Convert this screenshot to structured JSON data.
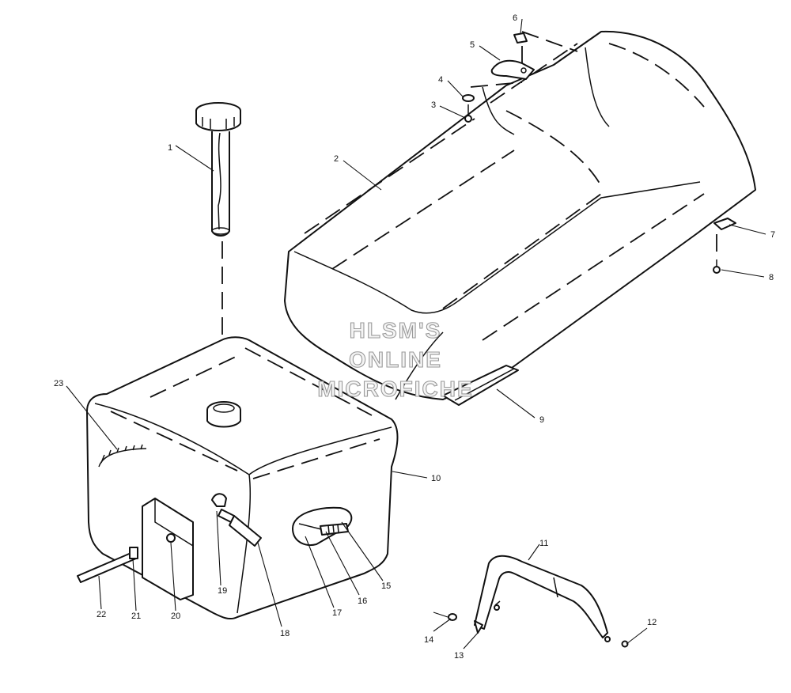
{
  "watermark": {
    "line1": "HLSM'S",
    "line2": "ONLINE",
    "line3": "MICROFICHE"
  },
  "callouts": {
    "n1": "1",
    "n2": "2",
    "n3": "3",
    "n4": "4",
    "n5": "5",
    "n6": "6",
    "n7": "7",
    "n8": "8",
    "n9": "9",
    "n10": "10",
    "n11": "11",
    "n12": "12",
    "n13": "13",
    "n14": "14",
    "n15": "15",
    "n16": "16",
    "n17": "17",
    "n18": "18",
    "n19": "19",
    "n20": "20",
    "n21": "21",
    "n22": "22",
    "n23": "23"
  }
}
